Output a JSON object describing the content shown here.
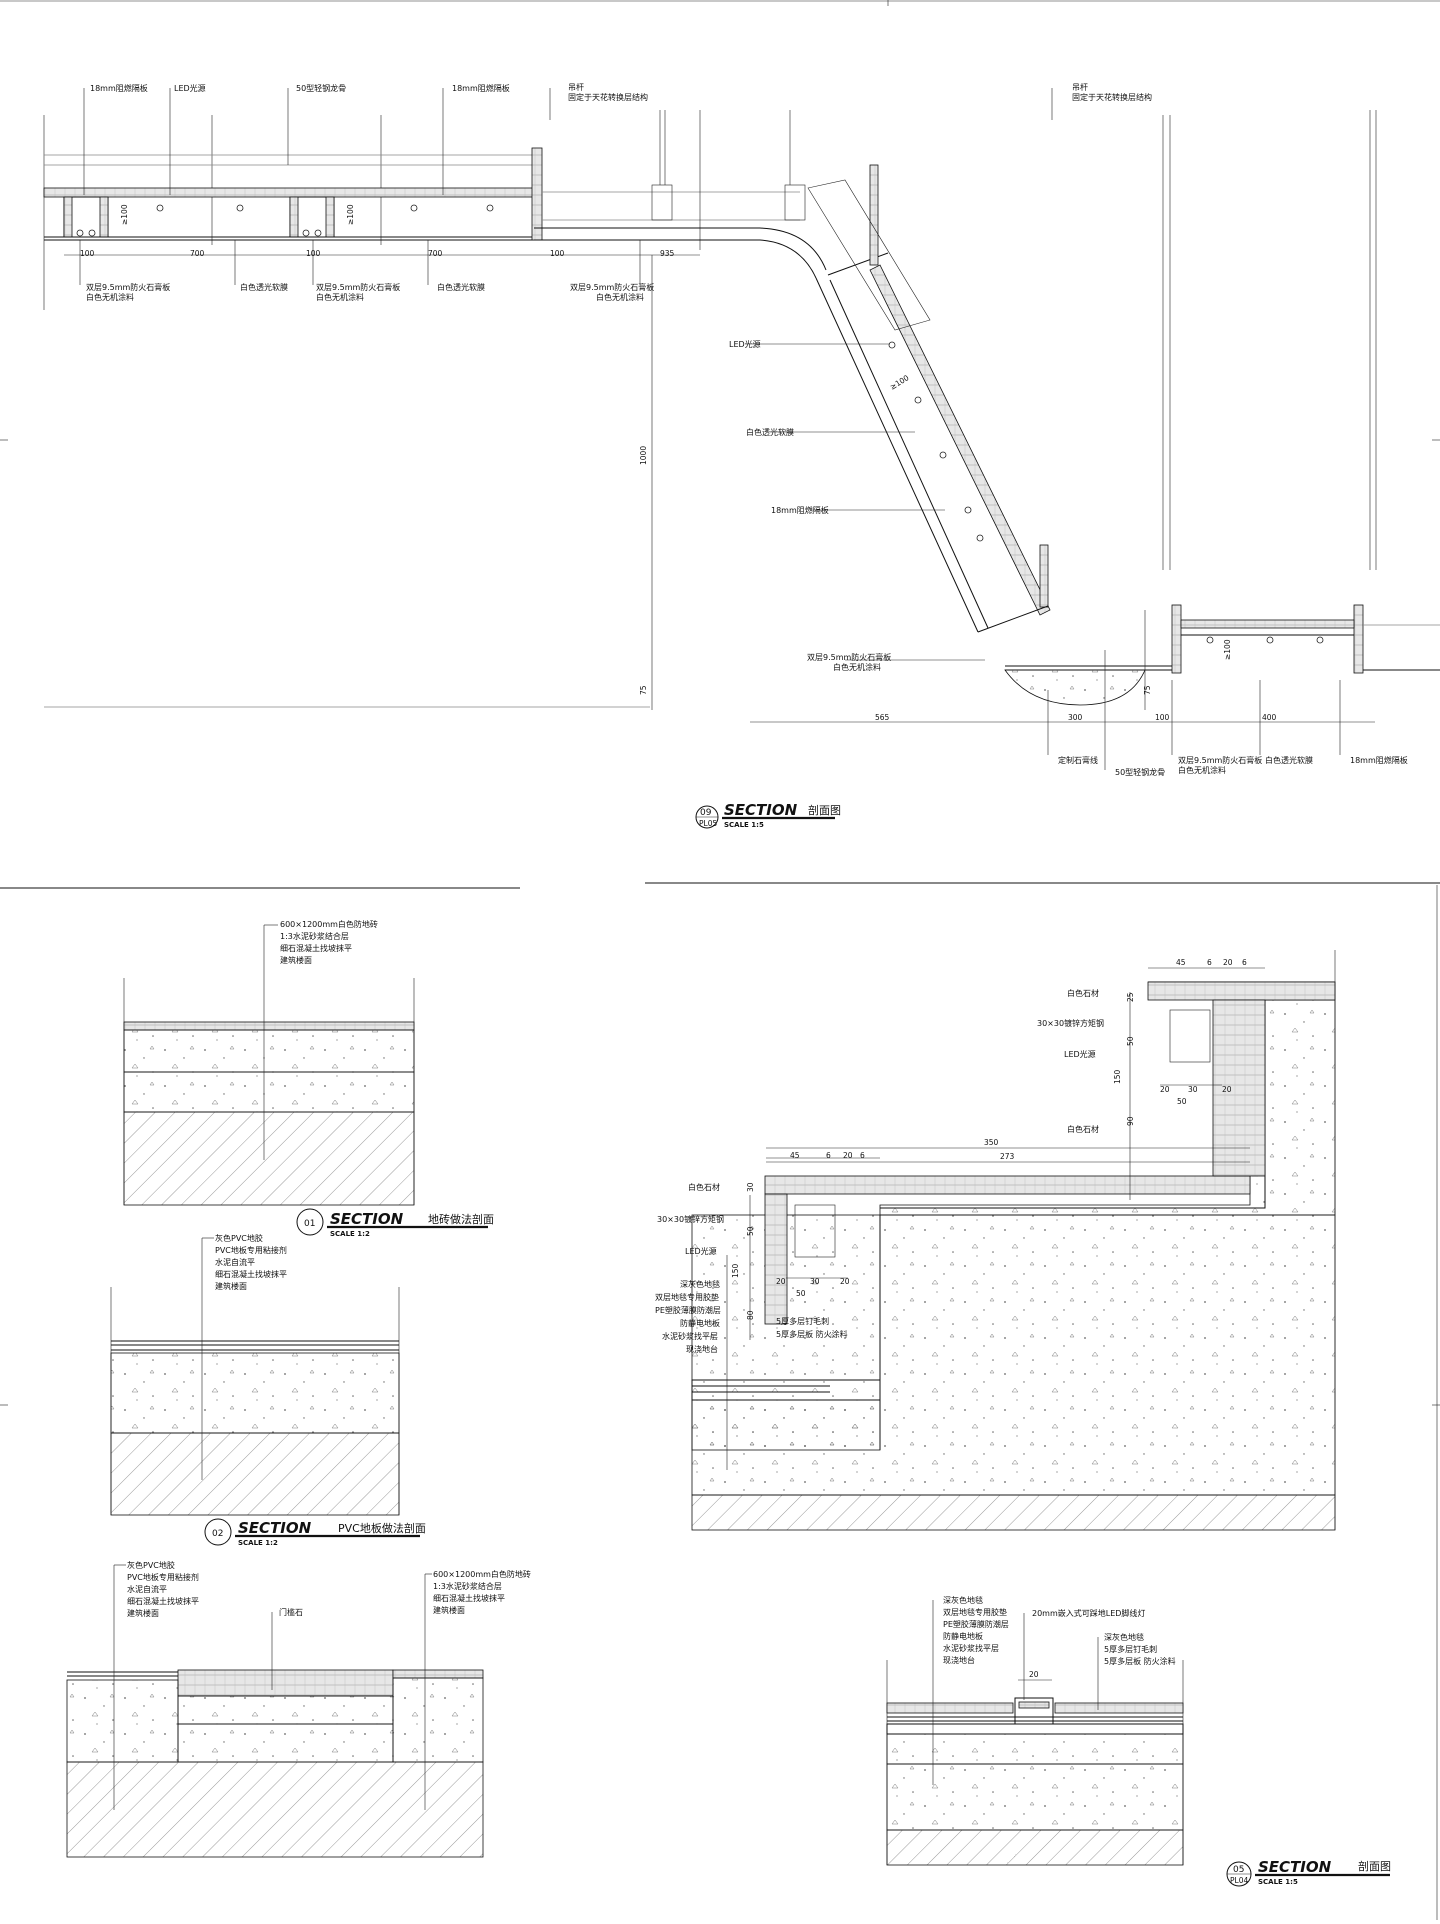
{
  "top_section": {
    "labels": {
      "a1": "18mm阻燃隔板",
      "a2": "LED光源",
      "a3": "50型轻钢龙骨",
      "a4": "18mm阻燃隔板",
      "a5": "吊杆",
      "a5b": "固定于天花转换层结构",
      "a6": "吊杆",
      "a6b": "固定于天花转换层结构",
      "b1": "双层9.5mm防火石膏板",
      "b1b": "白色无机涂料",
      "b2": "白色透光软膜",
      "b3": "双层9.5mm防火石膏板",
      "b3b": "白色无机涂料",
      "b4": "白色透光软膜",
      "b5": "双层9.5mm防火石膏板",
      "b5b": "白色无机涂料",
      "c1": "LED光源",
      "c2": "白色透光软膜",
      "c3": "18mm阻燃隔板",
      "c4": "双层9.5mm防火石膏板",
      "c4b": "白色无机涂料",
      "d1": "定制石膏线",
      "d2": "50型轻钢龙骨",
      "d3": "双层9.5mm防火石膏板",
      "d3b": "白色无机涂料",
      "d4": "白色透光软膜",
      "d5": "18mm阻燃隔板"
    },
    "dims": {
      "d100a": "100",
      "d700a": "700",
      "d100b": "100",
      "d700b": "700",
      "d100c": "100",
      "d935": "935",
      "d1000": "1000",
      "d75": "75",
      "d565": "565",
      "d300": "300",
      "d100d": "100",
      "d400": "400",
      "g1": "≥100",
      "g2": "≥100",
      "g3": "≥100",
      "g4": "≥100",
      "g5": "75"
    },
    "title": {
      "num": "09",
      "sheet": "PL05",
      "word": "SECTION",
      "scale": "SCALE 1:5",
      "name": "剖面图"
    }
  },
  "sec01": {
    "labels": [
      "600×1200mm白色防地砖",
      "1:3水泥砂浆结合层",
      "细石混凝土找坡抹平",
      "建筑楼面"
    ],
    "title": {
      "num": "01",
      "word": "SECTION",
      "scale": "SCALE 1:2",
      "name": "地砖做法剖面"
    }
  },
  "sec02": {
    "labels": [
      "灰色PVC地胶",
      "PVC地板专用粘接剂",
      "水泥自流平",
      "细石混凝土找坡抹平",
      "建筑楼面"
    ],
    "title": {
      "num": "02",
      "word": "SECTION",
      "scale": "SCALE 1:2",
      "name": "PVC地板做法剖面"
    }
  },
  "sec03": {
    "left_labels": [
      "灰色PVC地胶",
      "PVC地板专用粘接剂",
      "水泥自流平",
      "细石混凝土找坡抹平",
      "建筑楼面"
    ],
    "mid_label": "门槛石",
    "right_labels": [
      "600×1200mm白色防地砖",
      "1:3水泥砂浆结合层",
      "细石混凝土找坡抹平",
      "建筑楼面"
    ]
  },
  "sec04": {
    "upper_labels": [
      "白色石材",
      "30×30镀锌方矩钢",
      "LED光源",
      "白色石材"
    ],
    "lower_labels": [
      "白色石材",
      "30×30镀锌方矩钢",
      "LED光源"
    ],
    "layer_labels": [
      "深灰色地毯",
      "双层地毯专用胶垫",
      "PE塑胶薄膜防潮层",
      "防静电地板",
      "水泥砂浆找平层",
      "现浇地台"
    ],
    "inner_labels": [
      "5厚多层钉毛刺",
      "5厚多层板 防火涂料"
    ],
    "dims": {
      "t45": "45",
      "t6a": "6",
      "t20": "20",
      "t6b": "6",
      "v25": "25",
      "v50": "50",
      "v150": "150",
      "v90": "90",
      "h20a": "20",
      "h30": "30",
      "h20b": "20",
      "h50": "50",
      "l350": "350",
      "l273": "273",
      "m45": "45",
      "m6a": "6",
      "m20": "20",
      "m6b": "6",
      "mv30": "30",
      "mv50": "50",
      "mv150": "150",
      "mv80": "80",
      "mh20a": "20",
      "mh30": "30",
      "mh20b": "20",
      "mh50": "50"
    }
  },
  "sec05": {
    "left_labels": [
      "深灰色地毯",
      "双层地毯专用胶垫",
      "PE塑胶薄膜防潮层",
      "防静电地板",
      "水泥砂浆找平层",
      "现浇地台"
    ],
    "mid_label": "20mm嵌入式可踩地LED脚线灯",
    "right_labels": [
      "深灰色地毯",
      "5厚多层钉毛刺",
      "5厚多层板 防火涂料"
    ],
    "dim": "20",
    "title": {
      "num": "05",
      "sheet": "PL04",
      "word": "SECTION",
      "scale": "SCALE 1:5",
      "name": "剖面图"
    }
  }
}
